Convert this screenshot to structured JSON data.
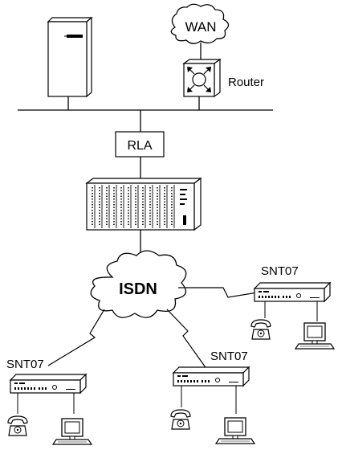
{
  "labels": {
    "wan": "WAN",
    "router": "Router",
    "rla": "RLA",
    "isdn": "ISDN",
    "snt_right": "SNT07",
    "snt_left": "SNT07",
    "snt_center": "SNT07"
  },
  "colors": {
    "stroke": "#000000",
    "background": "#ffffff",
    "cloud_fill": "#ffffff"
  },
  "icons": [
    "server-icon",
    "router-icon",
    "wan-cloud-icon",
    "isdn-cloud-icon",
    "rack-icon",
    "modem-icon",
    "telephone-icon",
    "computer-icon"
  ]
}
